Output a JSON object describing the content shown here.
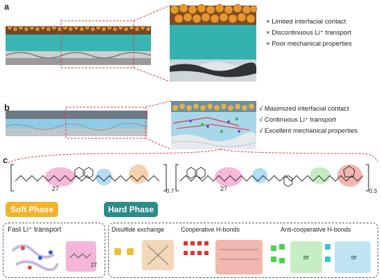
{
  "panels": {
    "a": {
      "letter": "a",
      "bullets": [
        {
          "mark": "×",
          "text": "Limited interfacial contact"
        },
        {
          "mark": "×",
          "text": "Discontinuous Li⁺ transport"
        },
        {
          "mark": "×",
          "text": "Poor mechanical properties"
        }
      ]
    },
    "b": {
      "letter": "b",
      "bullets": [
        {
          "mark": "√",
          "text": "Maximized interfacial contact"
        },
        {
          "mark": "√",
          "text": "Continuous Li⁺ transport"
        },
        {
          "mark": "√",
          "text": "Excellent mechanical properties"
        }
      ]
    },
    "c": {
      "letter": "c",
      "subscripts": {
        "peg1": "27",
        "peg2": "27",
        "soft_frac": "0.7",
        "hard_frac": "0.3"
      }
    }
  },
  "phases": {
    "soft": {
      "label": "Soft Phase",
      "color": "#f5b12a"
    },
    "hard": {
      "label": "Hard Phase",
      "color": "#2b8c88"
    }
  },
  "features": {
    "soft_box": {
      "title": "Fast Li⁺ transport",
      "peg_sub": "27"
    },
    "hard_box": {
      "disulfide": "Disulfide exchange",
      "coop": "Cooperative H-bonds",
      "anticoop": "Anti-cooperative H-bonds",
      "or1": "or",
      "or2": "or"
    }
  },
  "colors": {
    "electrolyte_teal": "#3cb8b6",
    "particles_orange": "#e08a2c",
    "pink": "#f3a6cf",
    "blue": "#9fd3ef",
    "green": "#b8e6b3",
    "tan": "#f2c79a",
    "red": "#f0a39b",
    "dashed_red": "#d9363e"
  }
}
